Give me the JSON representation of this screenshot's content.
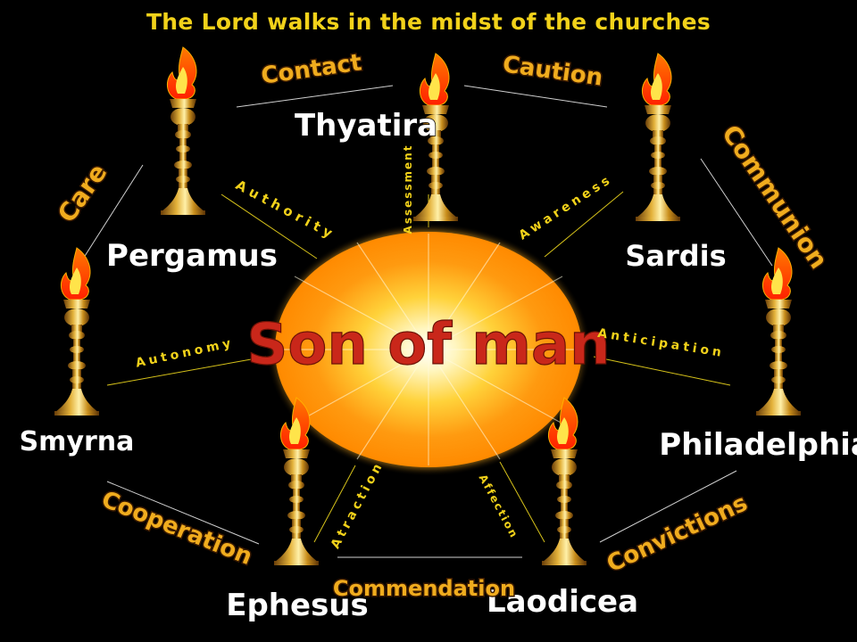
{
  "title": "The Lord walks in the midst of the churches",
  "center": {
    "label": "Son of man"
  },
  "colors": {
    "background": "#000000",
    "title": "#f2d21a",
    "church_text": "#ffffff",
    "quality_text": "#f0ac1e",
    "aspect_text": "#f2d21a",
    "center_text": "#c9271a",
    "flame": "#ff5a10",
    "lampstand": "#c8921e"
  },
  "churches": [
    "Thyatira",
    "Pergamus",
    "Sardis",
    "Smyrna",
    "Philadelphia",
    "Ephesus",
    "Laodicea"
  ],
  "qualities": [
    "Contact",
    "Caution",
    "Care",
    "Communion",
    "Cooperation",
    "Convictions",
    "Commendation"
  ],
  "aspects": [
    "Authority",
    "Assessment",
    "Awareness",
    "Autonomy",
    "Anticipation",
    "Atraction",
    "Affection"
  ],
  "icons": {
    "lampstand": "lampstand-icon",
    "flame": "flame-icon"
  }
}
